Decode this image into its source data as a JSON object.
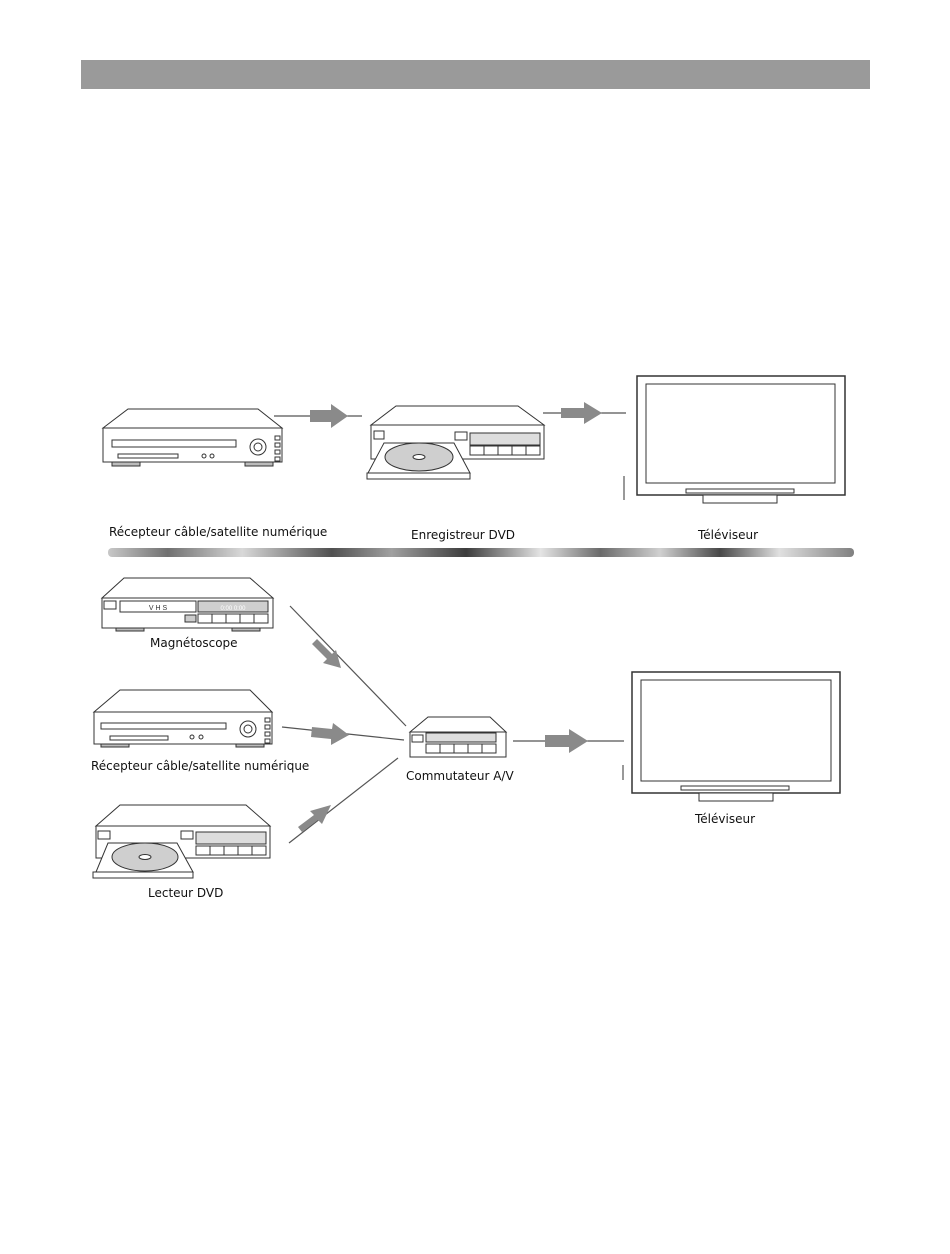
{
  "labels": {
    "top_receiver": "Récepteur câble/satellite numérique",
    "top_dvd_recorder": "Enregistreur DVD",
    "top_tv": "Téléviseur",
    "vcr": "Magnétoscope",
    "bottom_receiver": "Récepteur câble/satellite numérique",
    "av_switch": "Commutateur A/V",
    "dvd_player": "Lecteur DVD",
    "bottom_tv": "Téléviseur"
  },
  "vcr_display": {
    "vhs_text": "V H S",
    "time_text": "0:00 0:00"
  },
  "colors": {
    "header_bar": "#9a9a9a",
    "arrow": "#8a8a8a",
    "line": "#555555"
  }
}
